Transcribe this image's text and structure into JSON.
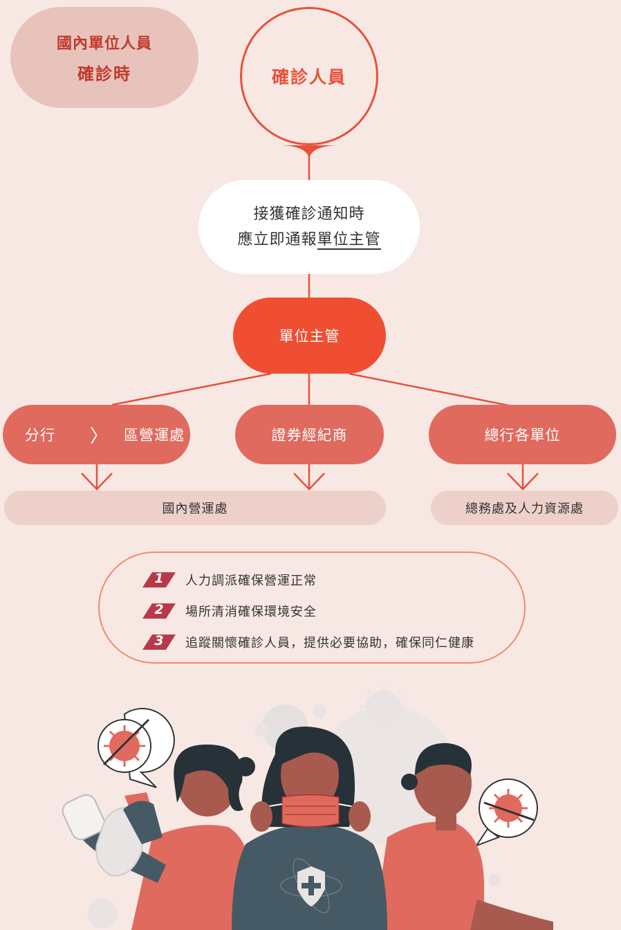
{
  "title": {
    "line1": "國內單位人員",
    "line2": "確診時"
  },
  "confirmed": "確診人員",
  "notify": {
    "line1": "接獲確診通知時",
    "line2_prefix": "應立即通報",
    "line2_underlined": "單位主管"
  },
  "supervisor": "單位主管",
  "units": {
    "branch": "分行",
    "region": "區營運處",
    "broker": "證券經紀商",
    "hq": "總行各單位"
  },
  "destinations": {
    "domestic": "國內營運處",
    "hr": "總務處及人力資源處"
  },
  "tasks": [
    {
      "num": "1",
      "text": "人力調派確保營運正常"
    },
    {
      "num": "2",
      "text": "場所清消確保環境安全"
    },
    {
      "num": "3",
      "text": "追蹤關懷確診人員，提供必要協助，確保同仁健康"
    }
  ],
  "colors": {
    "accent": "#f04e32",
    "unit": "#e06a5e",
    "title_bg": "#e8c3bc",
    "dest_bg": "#edd0ca",
    "background": "#f8e8e4",
    "number_badge": "#b83a4a"
  }
}
